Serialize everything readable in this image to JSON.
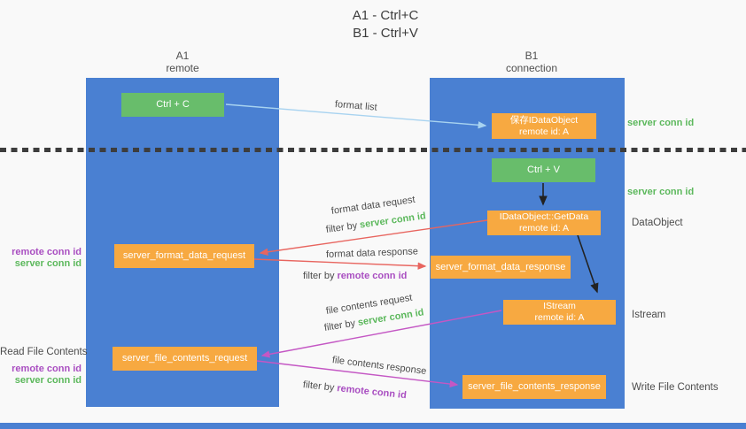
{
  "title": {
    "line1": "A1 - Ctrl+C",
    "line2": "B1 - Ctrl+V"
  },
  "lifelines": {
    "a1": {
      "name": "A1",
      "subtitle": "remote"
    },
    "b1": {
      "name": "B1",
      "subtitle": "connection"
    }
  },
  "nodes": {
    "ctrl_c": {
      "label": "Ctrl + C"
    },
    "ctrl_v": {
      "label": "Ctrl + V"
    },
    "save_dataobject": {
      "line1": "保存IDataObject",
      "line2": "remote id: A"
    },
    "getdata": {
      "line1": "IDataObject::GetData",
      "line2": "remote id: A"
    },
    "istream": {
      "line1": "IStream",
      "line2": "remote id: A"
    },
    "format_request": {
      "label": "server_format_data_request"
    },
    "format_response": {
      "label": "server_format_data_response"
    },
    "file_request": {
      "label": "server_file_contents_request"
    },
    "file_response": {
      "label": "server_file_contents_response"
    }
  },
  "arrow_labels": {
    "format_list": "format list",
    "format_data_request": "format data request",
    "format_data_response": "format data response",
    "file_contents_request": "file contents request",
    "file_contents_response": "file contents response",
    "filter_by": "filter by ",
    "server_conn_id": "server conn id",
    "remote_conn_id": "remote conn id"
  },
  "side_labels": {
    "server_conn_id_top": "server conn id",
    "server_conn_id_mid": "server conn id",
    "dataobject": "DataObject",
    "istream": "Istream",
    "write_file_contents": "Write File Contents",
    "read_file_contents": "Read File Contents",
    "remote_conn_id_1": "remote conn id",
    "server_conn_id_1": "server conn id",
    "remote_conn_id_2": "remote conn id",
    "server_conn_id_2": "server conn id"
  },
  "colors": {
    "lifeline_blue": "#4a80d2",
    "node_green": "#68bd6b",
    "node_orange": "#f7a941",
    "arrow_lightblue": "#a8d3f0",
    "arrow_red": "#e8655f",
    "arrow_magenta": "#c457c4",
    "arrow_black": "#222222",
    "label_green": "#5cb85c",
    "label_purple": "#a94ec1",
    "text_gray": "#4c4c4c"
  }
}
